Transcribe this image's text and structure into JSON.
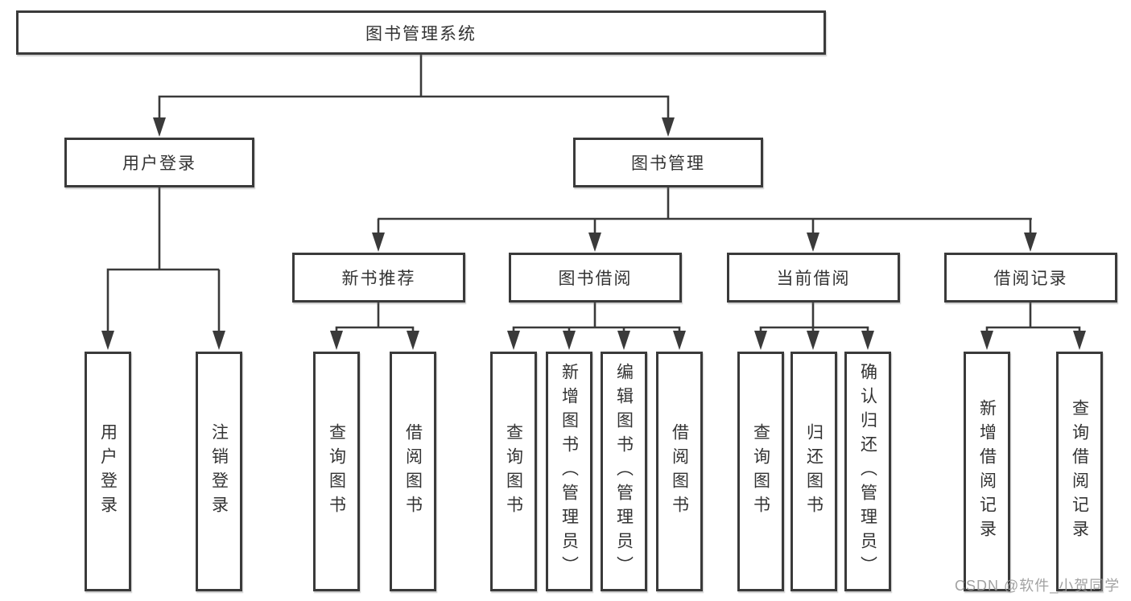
{
  "diagram_title": "图书管理系统",
  "tree": {
    "label": "图书管理系统",
    "children": [
      {
        "label": "用户登录",
        "children": [
          {
            "label": "用户登录"
          },
          {
            "label": "注销登录"
          }
        ]
      },
      {
        "label": "图书管理",
        "children": [
          {
            "label": "新书推荐",
            "children": [
              {
                "label": "查询图书"
              },
              {
                "label": "借阅图书"
              }
            ]
          },
          {
            "label": "图书借阅",
            "children": [
              {
                "label": "查询图书"
              },
              {
                "label": "新增图书（管理员）"
              },
              {
                "label": "编辑图书（管理员）"
              },
              {
                "label": "借阅图书"
              }
            ]
          },
          {
            "label": "当前借阅",
            "children": [
              {
                "label": "查询图书"
              },
              {
                "label": "归还图书"
              },
              {
                "label": "确认归还（管理员）"
              }
            ]
          },
          {
            "label": "借阅记录",
            "children": [
              {
                "label": "新增借阅记录"
              },
              {
                "label": "查询借阅记录"
              }
            ]
          }
        ]
      }
    ]
  },
  "watermark": "CSDN @软件_小贺同学",
  "colors": {
    "line": "#3a3a3a",
    "box_border": "#3a3a3a",
    "text": "#333333",
    "watermark": "#999999",
    "background": "#ffffff"
  }
}
